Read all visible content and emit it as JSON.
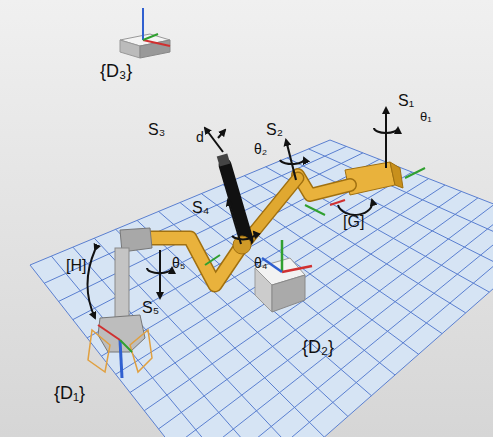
{
  "diagram": {
    "labels": [
      "{D₃}",
      "S₃",
      "d",
      "S₂",
      "θ₂",
      "S₁",
      "θ₁",
      "[G]",
      "S₄",
      "θ₄",
      "θ₅",
      "[H]",
      "S₅",
      "{D₁}",
      "{D₂}"
    ]
  }
}
